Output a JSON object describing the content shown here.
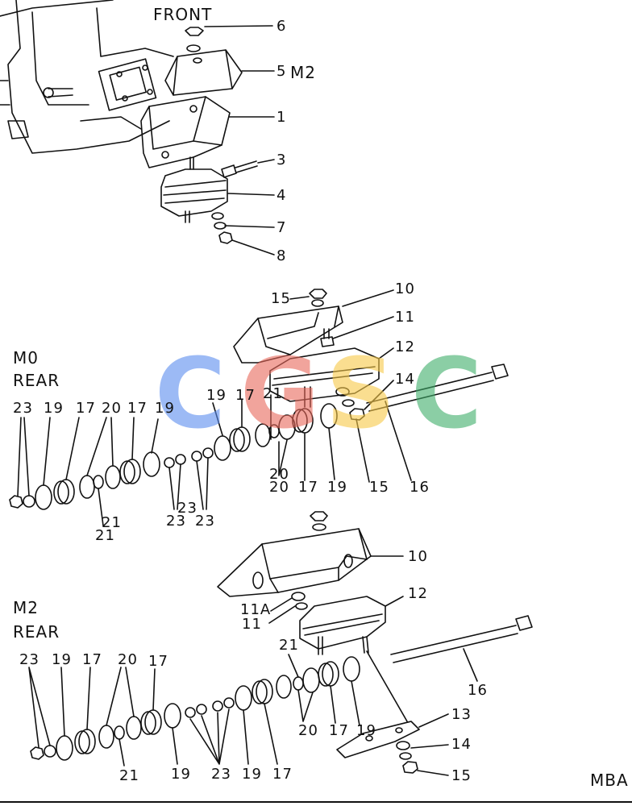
{
  "headings": {
    "front": "FRONT",
    "front_variant": "M2",
    "m0": "M0",
    "m0_rear": "REAR",
    "m2": "M2",
    "m2_rear": "REAR",
    "code": "MBA"
  },
  "watermark": {
    "letters": [
      "C",
      "G",
      "S",
      "C"
    ],
    "colors": [
      "#5b8def",
      "#e9685b",
      "#f7c948",
      "#3fae6a"
    ]
  },
  "front_callouts": [
    "6",
    "5",
    "1",
    "3",
    "4",
    "7",
    "8"
  ],
  "m0_callouts": [
    "15",
    "10",
    "11",
    "12",
    "14",
    "16",
    "15",
    "19",
    "17",
    "20",
    "21",
    "23",
    "19",
    "17",
    "20",
    "17",
    "19",
    "19",
    "17",
    "21",
    "20",
    "23",
    "23",
    "21",
    "23"
  ],
  "m2_callouts": [
    "10",
    "12",
    "11A",
    "11",
    "16",
    "13",
    "14",
    "15",
    "21",
    "23",
    "19",
    "17",
    "20",
    "17",
    "20",
    "17",
    "19",
    "21",
    "19",
    "23",
    "19",
    "17"
  ]
}
